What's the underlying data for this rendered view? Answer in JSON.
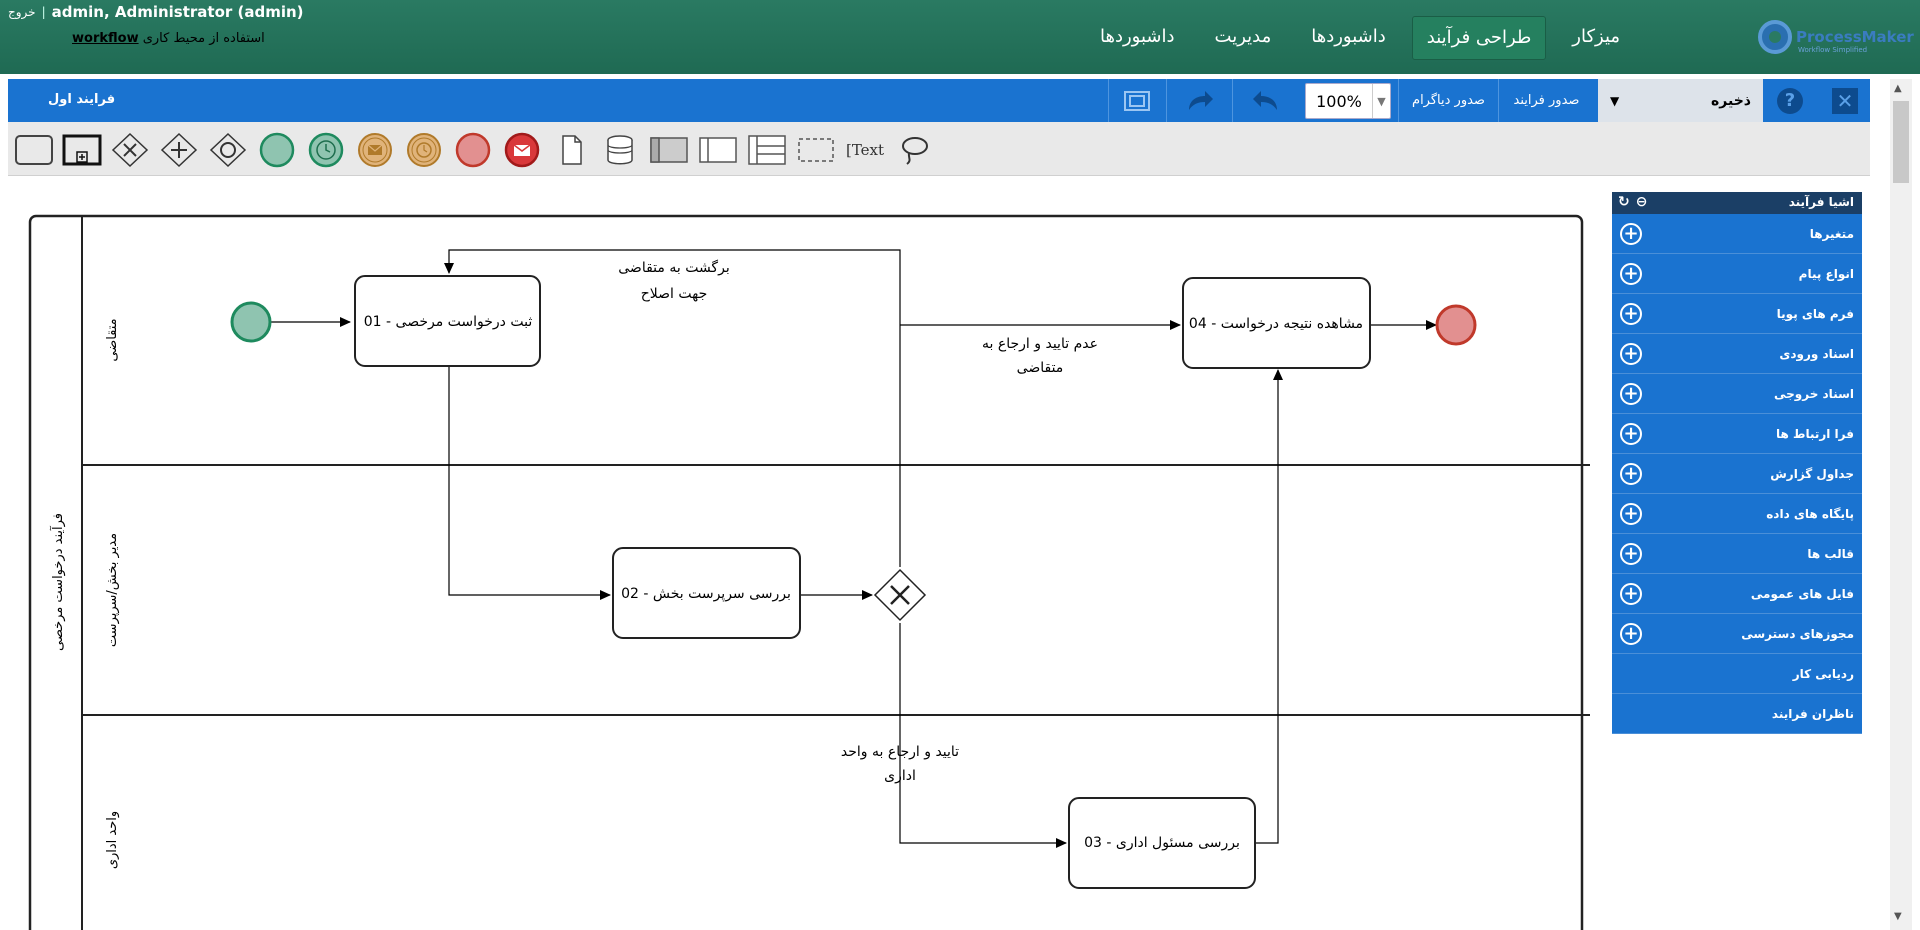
{
  "header": {
    "logout": "خروج",
    "user": "admin, Administrator (admin)",
    "workspace_prefix": "استفاده از محیط کاری",
    "workspace_name": "workflow",
    "logo_text": "ProcessMaker",
    "logo_sub": "Workflow Simplified",
    "nav": [
      {
        "label": "میزکار"
      },
      {
        "label": "طراحی فرآیند"
      },
      {
        "label": "داشبوردها"
      },
      {
        "label": "مدیریت"
      },
      {
        "label": "داشبوردها"
      }
    ]
  },
  "designer": {
    "process_title": "فرایند اول",
    "zoom": "100%",
    "export_diagram": "صدور دیاگرام",
    "export_process": "صدور فرایند",
    "save": "ذخیره"
  },
  "shapes": {
    "text_tool": "Text"
  },
  "panel": {
    "title": "اشیا فرآیند",
    "items": [
      {
        "label": "متغیرها"
      },
      {
        "label": "انواع پیام"
      },
      {
        "label": "فرم های پویا"
      },
      {
        "label": "اسناد ورودی"
      },
      {
        "label": "اسناد خروجی"
      },
      {
        "label": "فرا ارتباط ها"
      },
      {
        "label": "جداول گزارش"
      },
      {
        "label": "پایگاه های داده"
      },
      {
        "label": "قالب ها"
      },
      {
        "label": "فایل های عمومی"
      },
      {
        "label": "مجوزهای دسترسی"
      },
      {
        "label": "ردیابی کار"
      },
      {
        "label": "ناظران فرایند"
      }
    ]
  },
  "diagram": {
    "pool_name": "فرآیند درخواست مرخصی",
    "lanes": [
      "متقاضی",
      "مدیر بخش/سرپرست",
      "واحد اداری"
    ],
    "tasks": {
      "t01": "ثبت درخواست مرخصی - 01",
      "t02": "بررسی سرپرست بخش - 02",
      "t03": "بررسی مسئول اداری - 03",
      "t04": "مشاهده نتیجه درخواست - 04"
    },
    "flow_labels": {
      "back_line1": "برگشت به متقاضی",
      "back_line2": "جهت اصلاح",
      "reject_line1": "عدم تایید و ارجاع به",
      "reject_line2": "متقاضی",
      "approve_line1": "تایید و ارجاع به واحد",
      "approve_line2": "اداری"
    }
  }
}
